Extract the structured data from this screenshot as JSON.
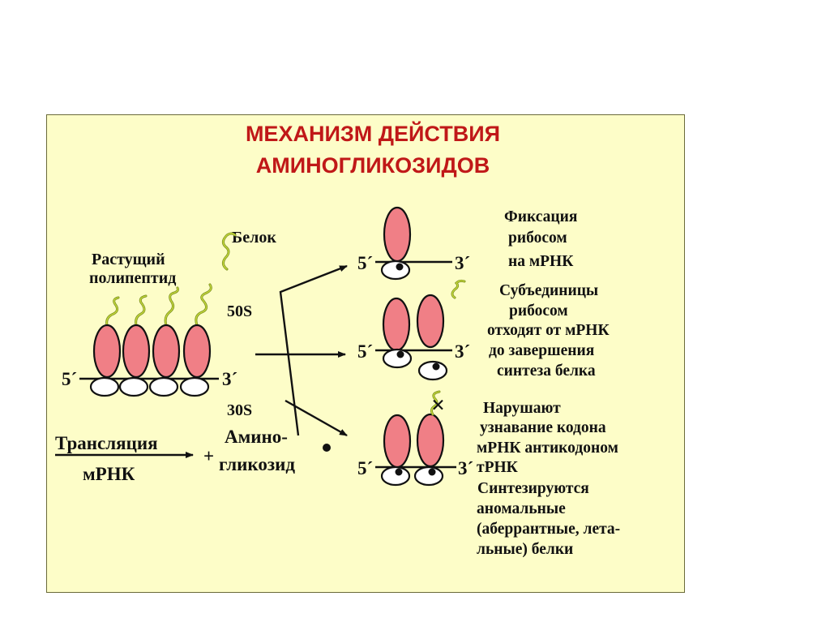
{
  "title": {
    "line1": "МЕХАНИЗМ ДЕЙСТВИЯ",
    "line2": "АМИНОГЛИКОЗИДОВ"
  },
  "left": {
    "growing_polypeptide": {
      "line1": "Растущий",
      "line2": "полипептид"
    },
    "protein": "Белок",
    "large_subunit": "50S",
    "small_subunit": "30S",
    "five_prime": "5´",
    "three_prime": "3´",
    "translation": "Трансляция",
    "mrna": "мРНК",
    "plus": "+",
    "aminoglycoside": {
      "line1": "Амино-",
      "line2": "гликозид"
    }
  },
  "results": [
    {
      "five_prime": "5´",
      "three_prime": "3´",
      "lines": [
        "Фиксация",
        "рибосом",
        "на мРНК"
      ]
    },
    {
      "five_prime": "5´",
      "three_prime": "3´",
      "lines": [
        "Субъединицы",
        "рибосом",
        "отходят от мРНК",
        "до завершения",
        "синтеза белка"
      ]
    },
    {
      "five_prime": "5´",
      "three_prime": "3´",
      "blocked_mark": "×",
      "lines": [
        "Нарушают",
        "узнавание кодона",
        "мРНК антикодоном",
        "тРНК",
        "Синтезируются",
        "аномальные",
        "(аберрантные, лета-",
        "льные) белки"
      ]
    }
  ],
  "colors": {
    "background": "#fdfdc8",
    "title": "#c01818",
    "ribosome_large": "#f07f86",
    "peptide": "#7a8f1f"
  }
}
